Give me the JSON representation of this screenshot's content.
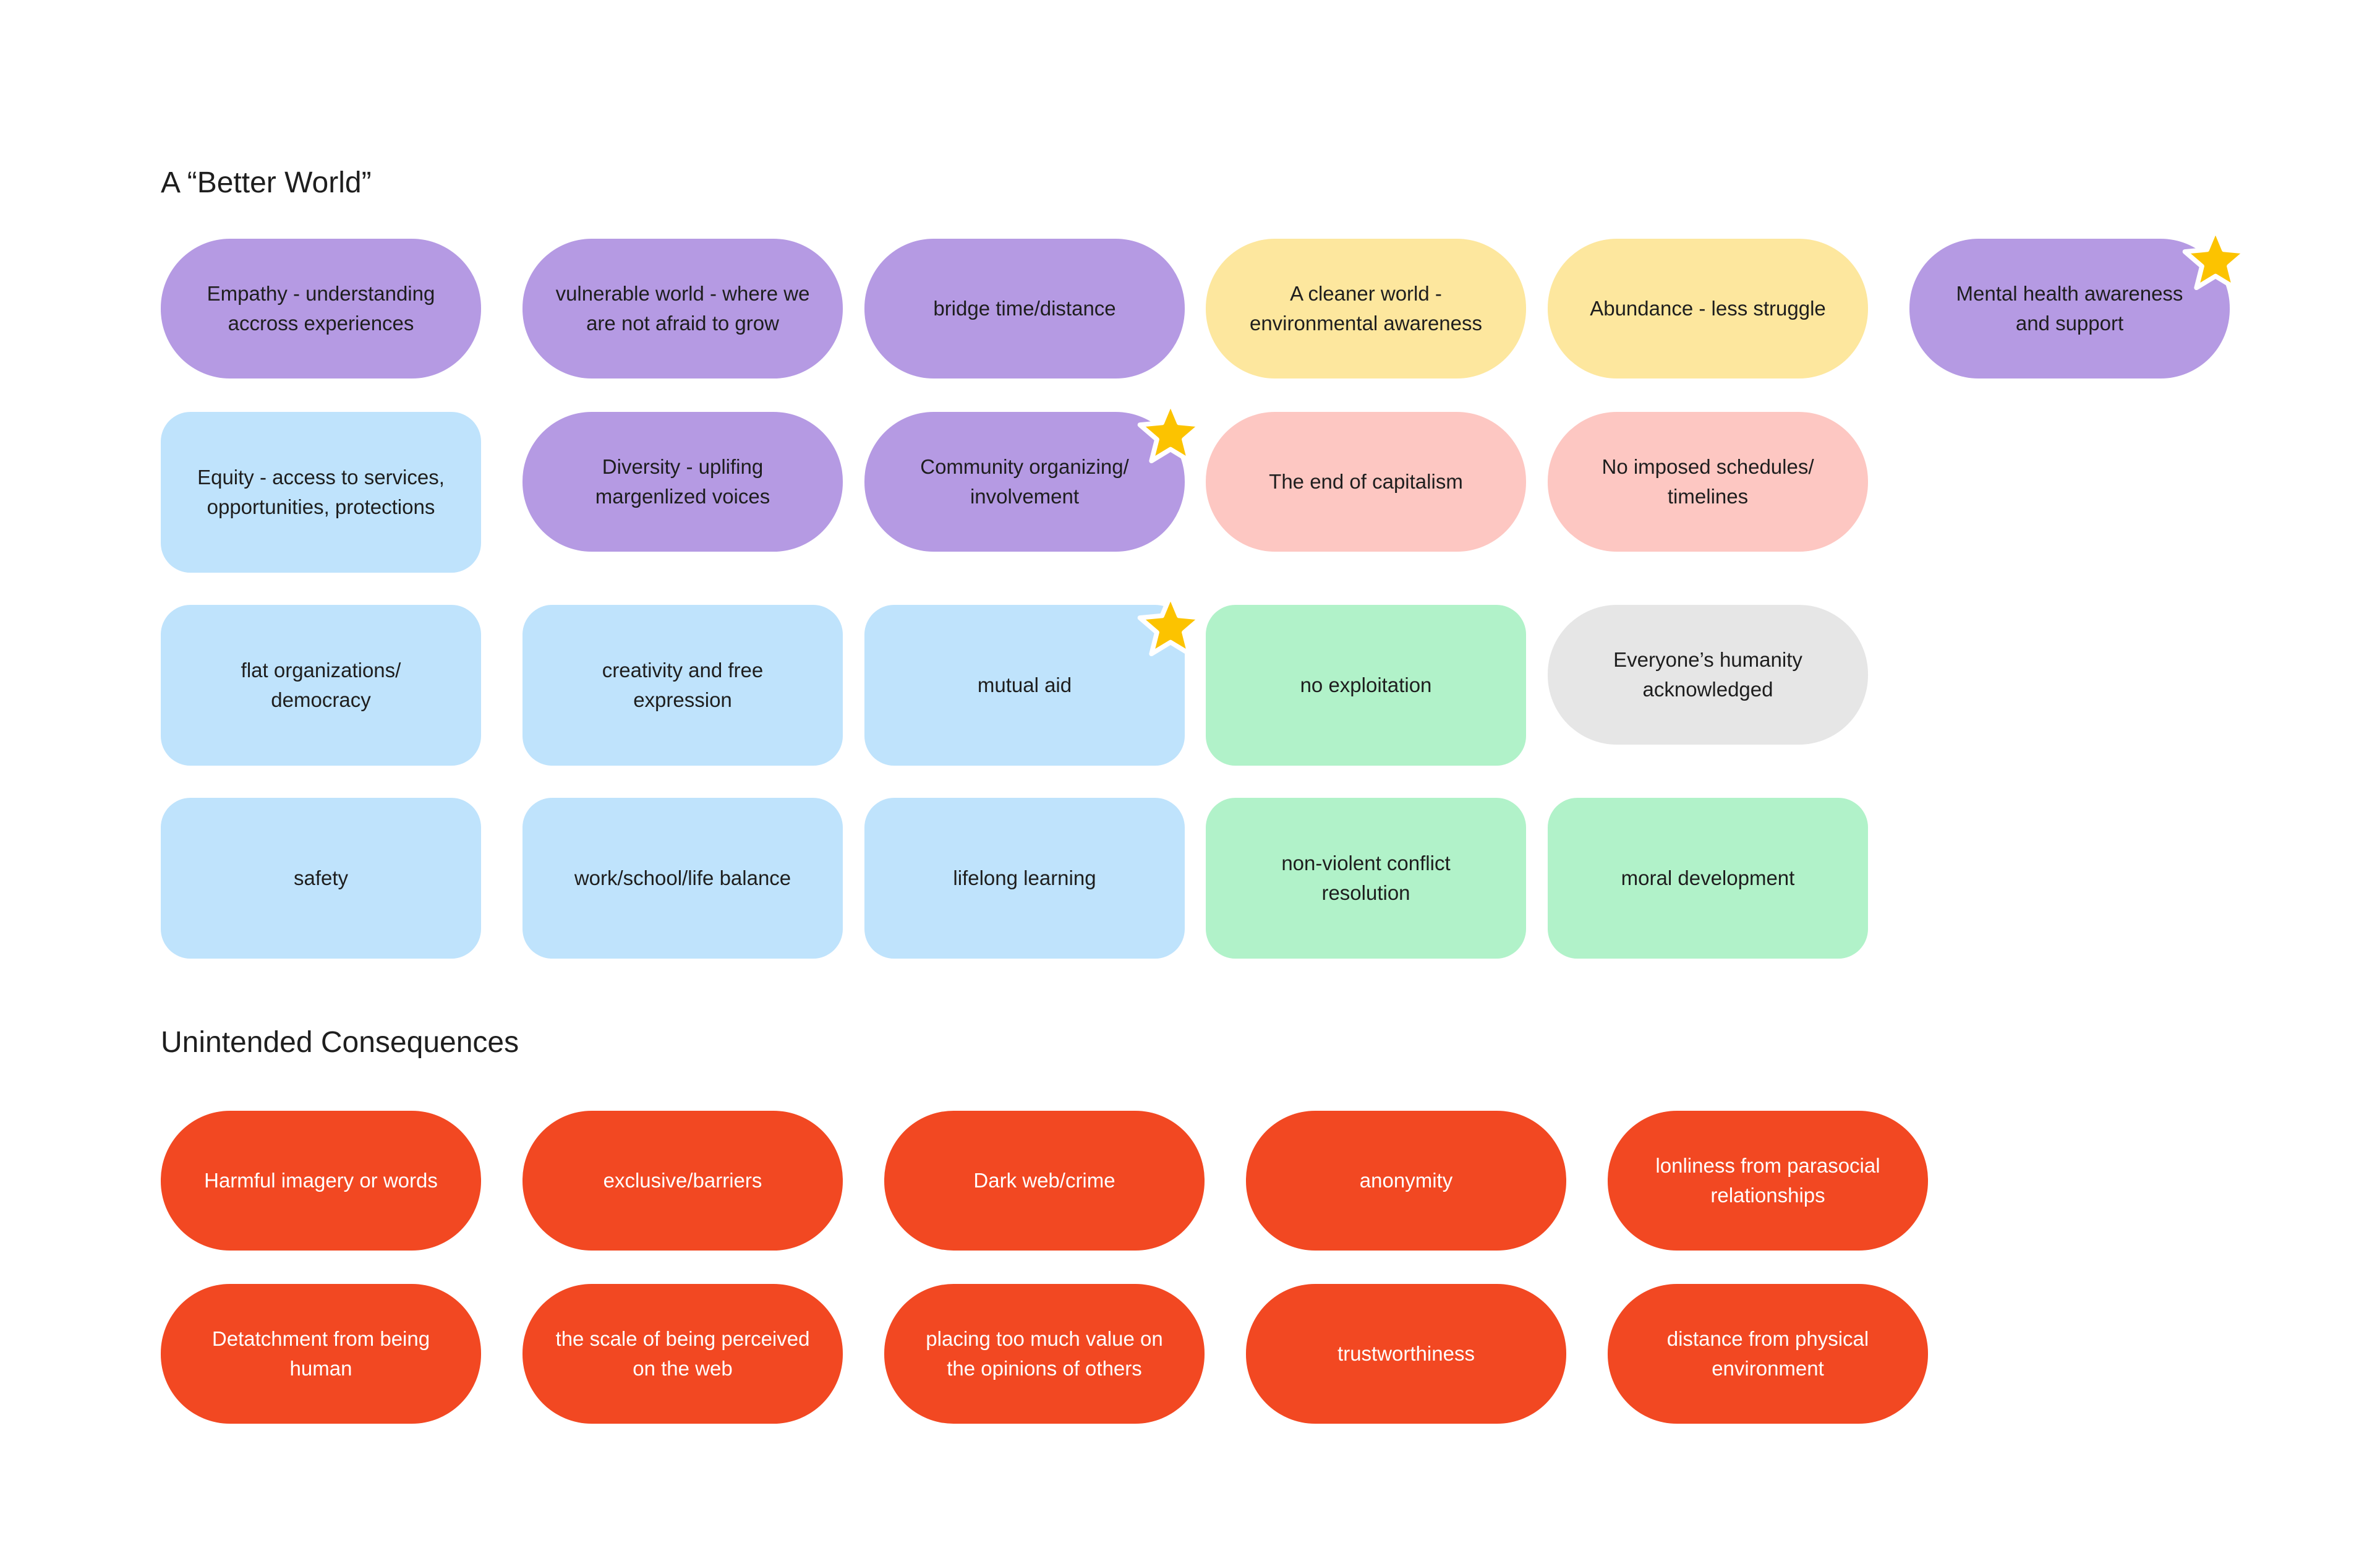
{
  "colors": {
    "purple": "#b59ae3",
    "yellow": "#fde79e",
    "blue": "#bfe3fc",
    "pink": "#fdc7c2",
    "green": "#b1f2c9",
    "gray": "#e6e6e6",
    "red": "#f24822",
    "star": "#fcc300"
  },
  "sections": {
    "better_world": {
      "title": "A “Better World”",
      "notes": [
        {
          "text": "Empathy - understanding accross experiences",
          "color": "purple",
          "starred": false
        },
        {
          "text": "vulnerable world - where we are not afraid to grow",
          "color": "purple",
          "starred": false
        },
        {
          "text": "bridge time/distance",
          "color": "purple",
          "starred": false
        },
        {
          "text": "A cleaner world - environmental awareness",
          "color": "yellow",
          "starred": false
        },
        {
          "text": "Abundance - less struggle",
          "color": "yellow",
          "starred": false
        },
        {
          "text": "Mental health awareness and support",
          "color": "purple",
          "starred": true
        },
        {
          "text": "Equity - access to services, opportunities, protections",
          "color": "blue",
          "starred": false
        },
        {
          "text": "Diversity - uplifing margenlized voices",
          "color": "purple",
          "starred": false
        },
        {
          "text": "Community organizing/ involvement",
          "color": "purple",
          "starred": true
        },
        {
          "text": "The end of capitalism",
          "color": "pink",
          "starred": false
        },
        {
          "text": "No imposed schedules/ timelines",
          "color": "pink",
          "starred": false
        },
        {
          "text": "flat organizations/ democracy",
          "color": "blue",
          "starred": false
        },
        {
          "text": "creativity and free expression",
          "color": "blue",
          "starred": false
        },
        {
          "text": "mutual aid",
          "color": "blue",
          "starred": true
        },
        {
          "text": "no exploitation",
          "color": "green",
          "starred": false
        },
        {
          "text": "Everyone’s humanity acknowledged",
          "color": "gray",
          "starred": false
        },
        {
          "text": "safety",
          "color": "blue",
          "starred": false
        },
        {
          "text": "work/school/life balance",
          "color": "blue",
          "starred": false
        },
        {
          "text": "lifelong learning",
          "color": "blue",
          "starred": false
        },
        {
          "text": "non-violent conflict resolution",
          "color": "green",
          "starred": false
        },
        {
          "text": "moral development",
          "color": "green",
          "starred": false
        }
      ]
    },
    "unintended": {
      "title": "Unintended Consequences",
      "notes": [
        {
          "text": "Harmful imagery or words",
          "color": "red",
          "starred": false
        },
        {
          "text": "exclusive/barriers",
          "color": "red",
          "starred": false
        },
        {
          "text": "Dark web/crime",
          "color": "red",
          "starred": false
        },
        {
          "text": "anonymity",
          "color": "red",
          "starred": false
        },
        {
          "text": "lonliness  from parasocial relationships",
          "color": "red",
          "starred": false
        },
        {
          "text": "Detatchment from being human",
          "color": "red",
          "starred": false
        },
        {
          "text": "the scale of being perceived on the web",
          "color": "red",
          "starred": false
        },
        {
          "text": "placing too much value on the opinions of others",
          "color": "red",
          "starred": false
        },
        {
          "text": "trustworthiness",
          "color": "red",
          "starred": false
        },
        {
          "text": "distance from physical environment",
          "color": "red",
          "starred": false
        }
      ]
    }
  }
}
